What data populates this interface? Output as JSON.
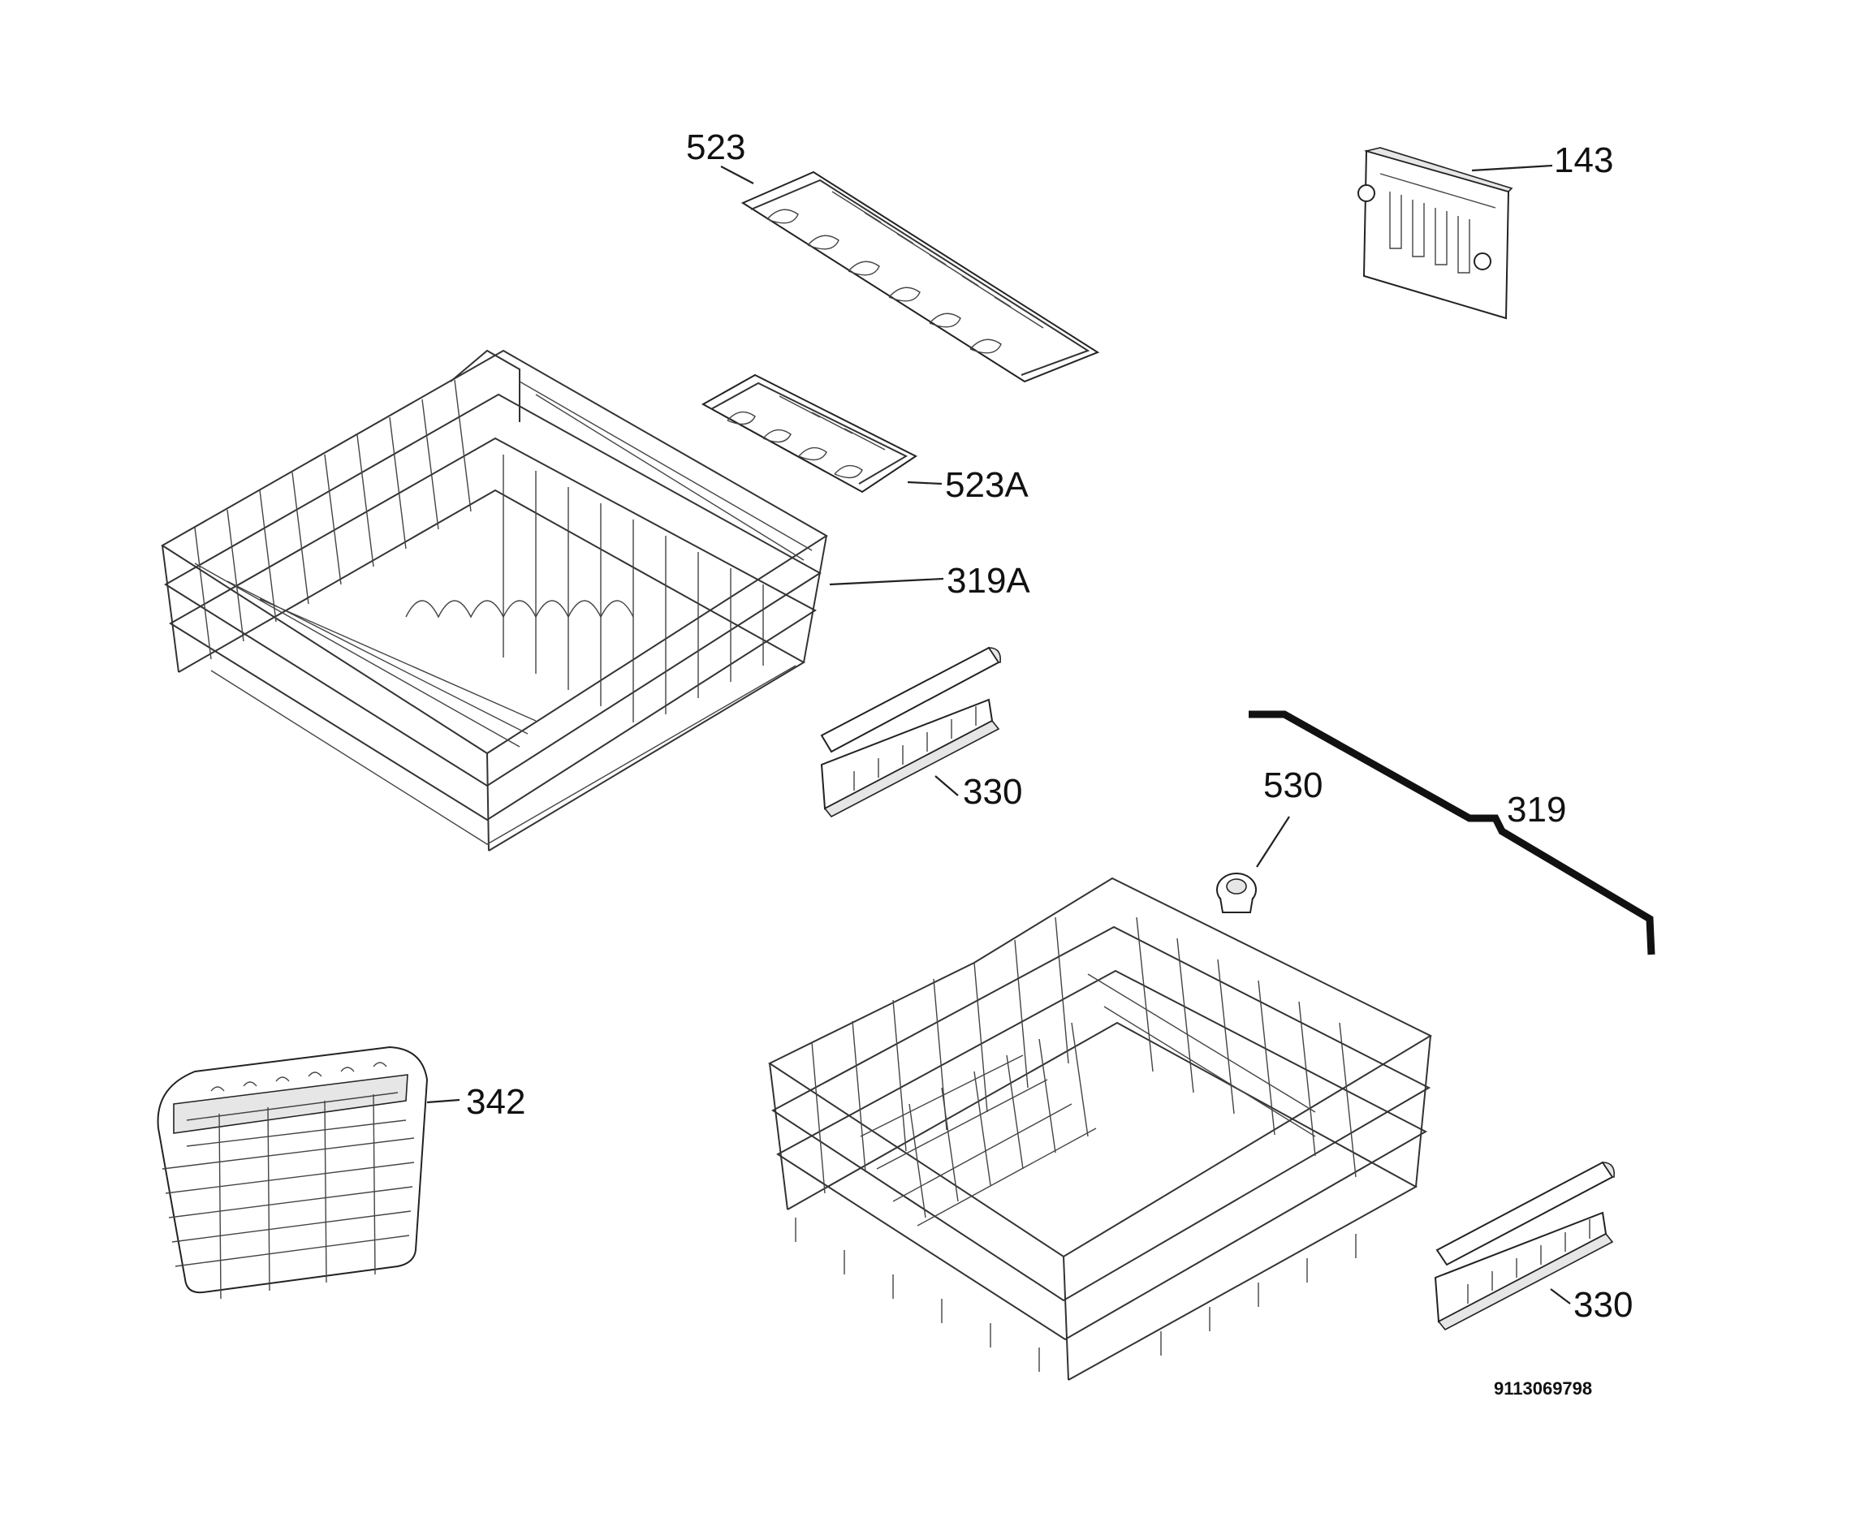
{
  "parts": [
    {
      "id": "p523",
      "label": "523"
    },
    {
      "id": "p143",
      "label": "143"
    },
    {
      "id": "p523a",
      "label": "523A"
    },
    {
      "id": "p319a",
      "label": "319A"
    },
    {
      "id": "p330a",
      "label": "330"
    },
    {
      "id": "p530",
      "label": "530"
    },
    {
      "id": "p319",
      "label": "319"
    },
    {
      "id": "p342",
      "label": "342"
    },
    {
      "id": "p330b",
      "label": "330"
    }
  ],
  "document_id": "9113069798",
  "colors": {
    "line": "#222222",
    "background": "#ffffff"
  }
}
